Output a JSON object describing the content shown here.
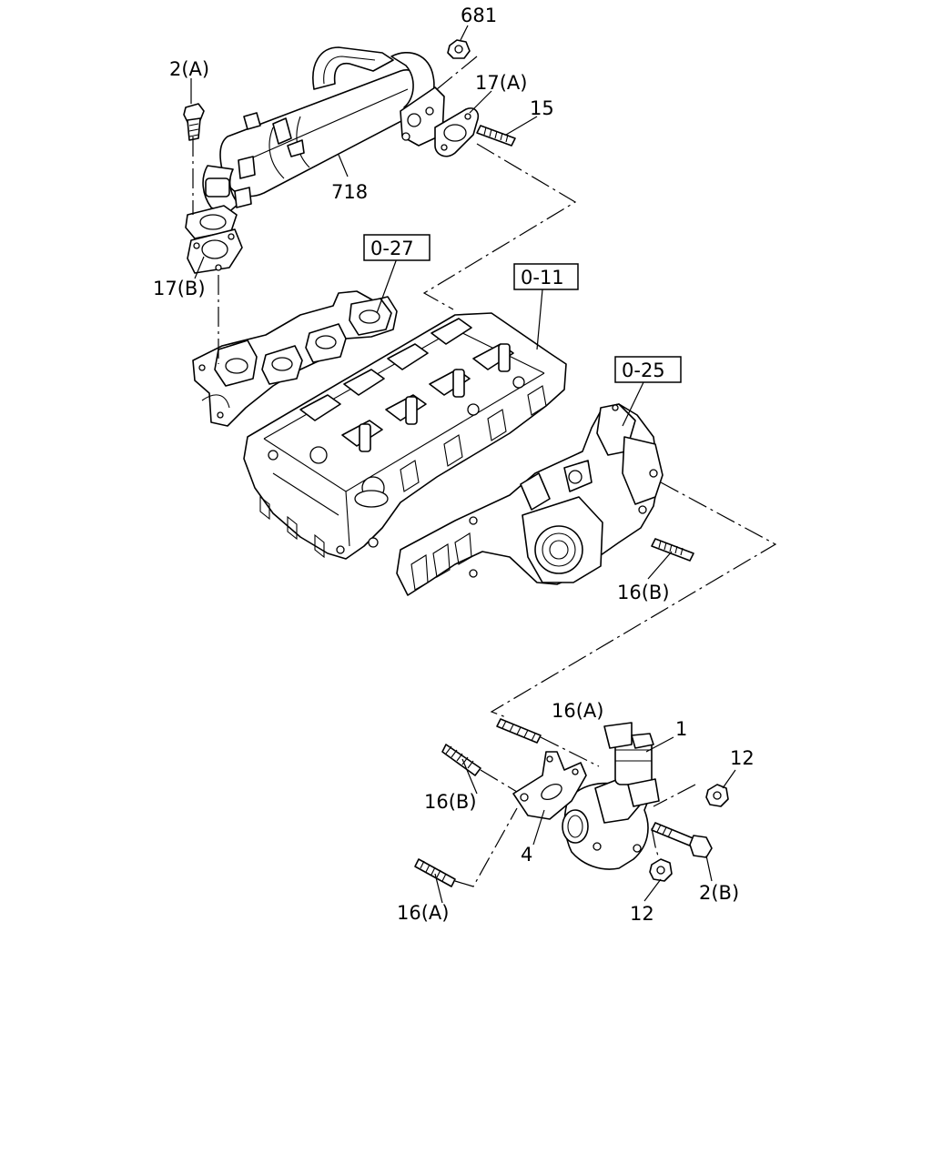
{
  "labels": {
    "nut_681": "681",
    "bolt_2a": "2(A)",
    "gasket_17a": "17(A)",
    "stud_15": "15",
    "cooler_718": "718",
    "gasket_17b": "17(B)",
    "ref_027": "0-27",
    "ref_011": "0-11",
    "ref_025": "0-25",
    "stud_16b_upper": "16(B)",
    "stud_16a_top": "16(A)",
    "valve_1": "1",
    "nut_12_right": "12",
    "stud_16b_lower": "16(B)",
    "gasket_4": "4",
    "bolt_2b": "2(B)",
    "stud_16a_bottom": "16(A)",
    "nut_12_bottom": "12"
  }
}
